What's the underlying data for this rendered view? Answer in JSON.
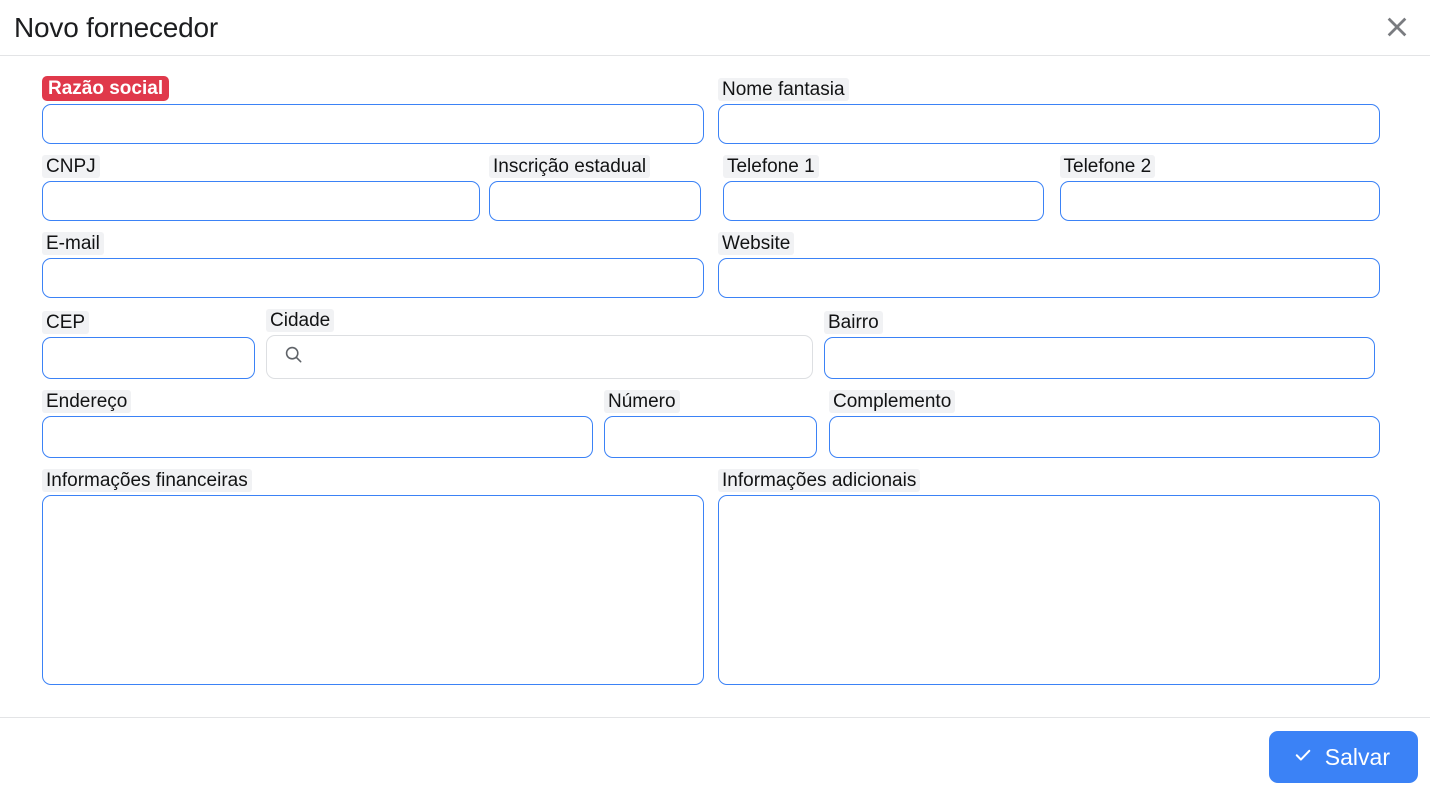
{
  "header": {
    "title": "Novo fornecedor",
    "close_icon": "close-icon"
  },
  "form": {
    "rows": [
      {
        "fields": [
          {
            "name": "razao-social",
            "label": "Razão social",
            "value": "",
            "placeholder": "",
            "required": true,
            "type": "text"
          },
          {
            "name": "nome-fantasia",
            "label": "Nome fantasia",
            "value": "",
            "placeholder": "",
            "required": false,
            "type": "text"
          }
        ]
      },
      {
        "fields": [
          {
            "name": "cnpj",
            "label": "CNPJ",
            "value": "",
            "placeholder": "",
            "required": false,
            "type": "text"
          },
          {
            "name": "inscricao-estadual",
            "label": "Inscrição estadual",
            "value": "",
            "placeholder": "",
            "required": false,
            "type": "text"
          },
          {
            "name": "telefone-1",
            "label": "Telefone 1",
            "value": "",
            "placeholder": "",
            "required": false,
            "type": "text"
          },
          {
            "name": "telefone-2",
            "label": "Telefone 2",
            "value": "",
            "placeholder": "",
            "required": false,
            "type": "text"
          }
        ]
      },
      {
        "fields": [
          {
            "name": "email",
            "label": "E-mail",
            "value": "",
            "placeholder": "",
            "required": false,
            "type": "text"
          },
          {
            "name": "website",
            "label": "Website",
            "value": "",
            "placeholder": "",
            "required": false,
            "type": "text"
          }
        ]
      },
      {
        "fields": [
          {
            "name": "cep",
            "label": "CEP",
            "value": "",
            "placeholder": "",
            "required": false,
            "type": "text"
          },
          {
            "name": "cidade",
            "label": "Cidade",
            "value": "",
            "placeholder": "",
            "required": false,
            "type": "search-select",
            "icon": "search-icon"
          },
          {
            "name": "bairro",
            "label": "Bairro",
            "value": "",
            "placeholder": "",
            "required": false,
            "type": "text"
          }
        ]
      },
      {
        "fields": [
          {
            "name": "endereco",
            "label": "Endereço",
            "value": "",
            "placeholder": "",
            "required": false,
            "type": "text"
          },
          {
            "name": "numero",
            "label": "Número",
            "value": "",
            "placeholder": "",
            "required": false,
            "type": "text"
          },
          {
            "name": "complemento",
            "label": "Complemento",
            "value": "",
            "placeholder": "",
            "required": false,
            "type": "text"
          }
        ]
      },
      {
        "fields": [
          {
            "name": "informacoes-financeiras",
            "label": "Informações financeiras",
            "value": "",
            "placeholder": "",
            "required": false,
            "type": "textarea"
          },
          {
            "name": "informacoes-adicionais",
            "label": "Informações adicionais",
            "value": "",
            "placeholder": "",
            "required": false,
            "type": "textarea"
          }
        ]
      }
    ]
  },
  "footer": {
    "save_label": "Salvar",
    "save_icon": "check-icon"
  },
  "colors": {
    "accent": "#3b82f6",
    "required_badge": "#e0394b",
    "label_bg": "#f1f2f4",
    "border": "#e3e4e6",
    "text": "#1c1d1f"
  },
  "labels": {
    "razao_social": "Razão social",
    "nome_fantasia": "Nome fantasia",
    "cnpj": "CNPJ",
    "inscricao_estadual": "Inscrição estadual",
    "telefone_1": "Telefone 1",
    "telefone_2": "Telefone 2",
    "email": "E-mail",
    "website": "Website",
    "cep": "CEP",
    "cidade": "Cidade",
    "bairro": "Bairro",
    "endereco": "Endereço",
    "numero": "Número",
    "complemento": "Complemento",
    "informacoes_financeiras": "Informações financeiras",
    "informacoes_adicionais": "Informações adicionais"
  }
}
